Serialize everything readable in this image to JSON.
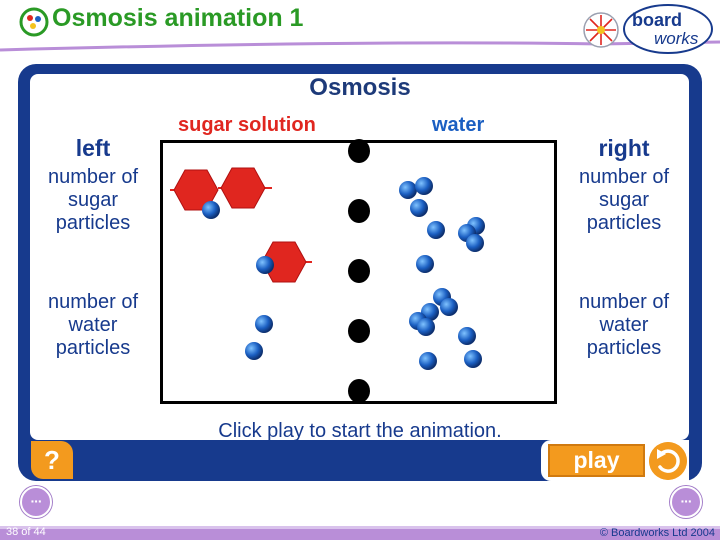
{
  "header": {
    "title": "Osmosis animation 1"
  },
  "brand": {
    "logo_text_top": "board",
    "logo_text_bottom": "works"
  },
  "panel": {
    "title": "Osmosis",
    "sugar_label": "sugar solution",
    "water_label": "water",
    "left": {
      "title": "left",
      "sugar": "number of sugar particles",
      "water": "number of water particles"
    },
    "right": {
      "title": "right",
      "sugar": "number of sugar particles",
      "water": "number of water particles"
    },
    "instruction": "Click play to start the animation."
  },
  "controls": {
    "help": "?",
    "play": "play",
    "prev": "···",
    "next": "···"
  },
  "footer": {
    "page": "38 of 44",
    "copyright": "© Boardworks Ltd 2004"
  },
  "colors": {
    "stage": "#173a8d",
    "accent": "#f39a1e",
    "sugar": "#e0261f",
    "water": "#1b5fc2",
    "title_green": "#2a9a25",
    "nav_purple": "#b98ed8"
  },
  "icons": [
    "app-logo-icon",
    "boardworks-logo",
    "help-icon",
    "replay-icon",
    "prev-arrow-icon",
    "next-arrow-icon"
  ]
}
